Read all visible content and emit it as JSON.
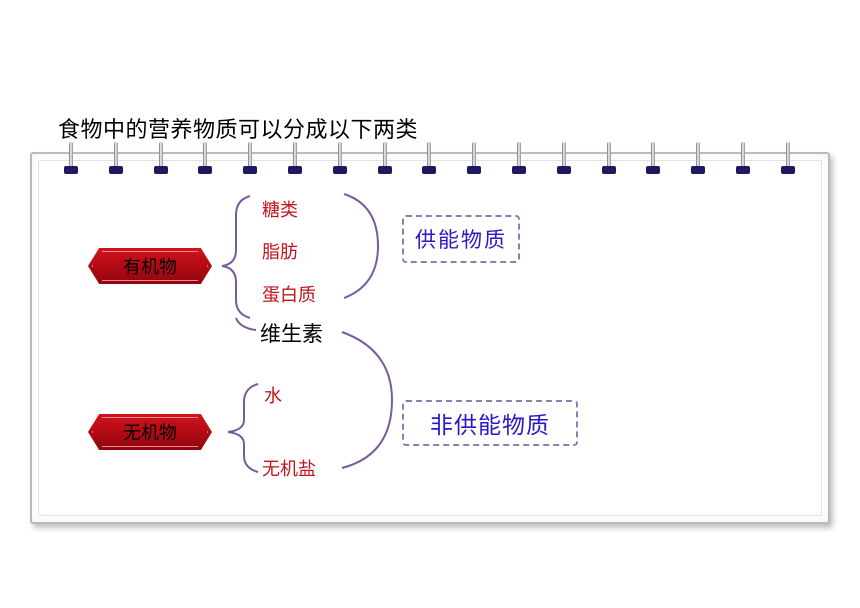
{
  "title": "食物中的营养物质可以分成以下两类",
  "organic": {
    "label": "有机物",
    "items": [
      "糖类",
      "脂肪",
      "蛋白质"
    ]
  },
  "vitamin": "维生素",
  "inorganic": {
    "label": "无机物",
    "items": [
      "水",
      "无机盐"
    ]
  },
  "energy_group": "供能物质",
  "non_energy_group": "非供能物质",
  "colors": {
    "ribbon": "#c0101a",
    "item_text": "#c0141c",
    "group_text": "#2a18c8",
    "brace": "#7a5c9e"
  }
}
